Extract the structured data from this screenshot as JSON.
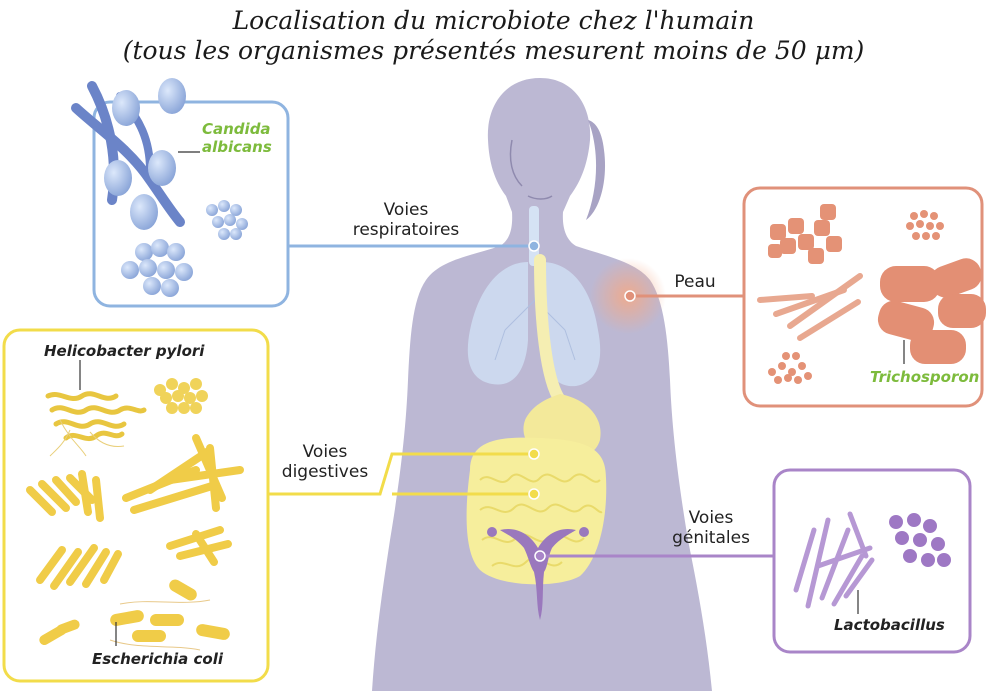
{
  "title": {
    "line1": "Localisation du microbiote chez l'humain",
    "line2": "(tous les organismes présentés mesurent moins de 50 μm)"
  },
  "sites": {
    "respiratory": {
      "line1": "Voies",
      "line2": "respiratoires"
    },
    "skin": {
      "line1": "Peau"
    },
    "digestive": {
      "line1": "Voies",
      "line2": "digestives"
    },
    "genital": {
      "line1": "Voies",
      "line2": "génitales"
    }
  },
  "organisms": {
    "candida": {
      "line1": "Candida",
      "line2": "albicans"
    },
    "trichosporon": "Trichosporon",
    "helicobacter": "Helicobacter pylori",
    "ecoli": "Escherichia coli",
    "lactobacillus": "Lactobacillus"
  },
  "colors": {
    "respiratory": "#8fb4e0",
    "skin": "#e0917a",
    "digestive": "#f2dc4a",
    "genital": "#a985c8",
    "organism_label_green": "#7dbb3c",
    "body": "#b9b5d0"
  }
}
